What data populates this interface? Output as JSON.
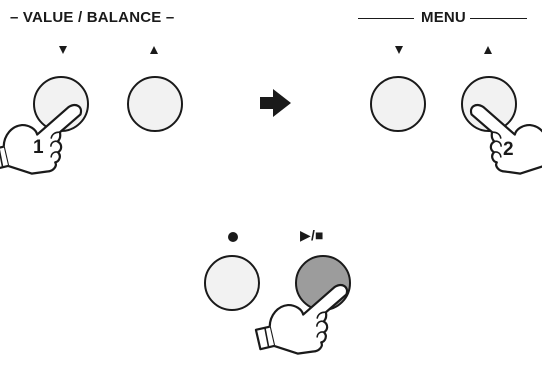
{
  "labels": {
    "value_balance": "– VALUE / BALANCE –",
    "menu": "MENU",
    "play_stop": "▶/■"
  },
  "fingers": {
    "first": "1",
    "second": "2"
  },
  "icons": {
    "down_arrow": "triangle-down",
    "up_arrow": "triangle-up",
    "next_arrow": "right-arrow",
    "record_dot": "filled-circle",
    "hand": "pointing-hand"
  },
  "colors": {
    "button_fill": "#f2f2f2",
    "pressed_button_fill": "#9c9c9c",
    "outline": "#1a1a1a",
    "hand_fill": "#ffffff"
  }
}
